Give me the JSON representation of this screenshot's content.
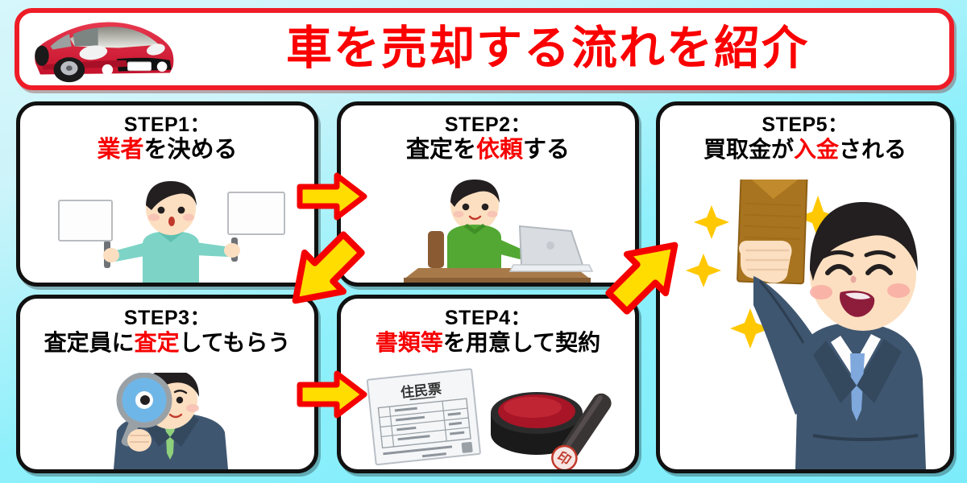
{
  "header": {
    "title": "車を売却する流れを紹介",
    "car_icon": "red-car-illustration"
  },
  "steps": [
    {
      "id": "step1",
      "number": "STEP1：",
      "title_pre": "",
      "title_hl": "業者",
      "title_post": "を決める",
      "full_title": "業者を決める",
      "art": "person-holding-two-blank-signs"
    },
    {
      "id": "step2",
      "number": "STEP2：",
      "title_pre": "査定を",
      "title_hl": "依頼",
      "title_post": "する",
      "full_title": "査定を依頼する",
      "art": "person-using-laptop-at-desk"
    },
    {
      "id": "step3",
      "number": "STEP3：",
      "title_pre": "査定員に",
      "title_hl": "査定",
      "title_post": "してもらう",
      "full_title": "査定員に査定してもらう",
      "art": "businessman-with-magnifying-glass"
    },
    {
      "id": "step4",
      "number": "STEP4：",
      "title_pre": "",
      "title_hl": "書類等",
      "title_post": "を用意して契約",
      "full_title": "書類等を用意して契約",
      "art": "document-inkpad-and-hanko-stamp",
      "document_label": "住民票",
      "stamp_label": "印"
    },
    {
      "id": "step5",
      "number": "STEP5：",
      "title_pre": "買取金が",
      "title_hl": "入金",
      "title_post": "される",
      "full_title": "買取金が入金される",
      "art": "happy-businessman-holding-money-envelope"
    }
  ],
  "arrows": [
    {
      "id": "arrow-1-2",
      "direction": "right",
      "from": "step1",
      "to": "step2"
    },
    {
      "id": "arrow-2-3",
      "direction": "down-left",
      "from": "step2",
      "to": "step3"
    },
    {
      "id": "arrow-3-4",
      "direction": "right",
      "from": "step3",
      "to": "step4"
    },
    {
      "id": "arrow-4-5",
      "direction": "up-right",
      "from": "step4",
      "to": "step5"
    }
  ],
  "colors": {
    "accent_red": "#f70000",
    "banner_border": "#ee1c26",
    "arrow_fill": "#ffdd00",
    "arrow_stroke": "#f40000",
    "background_cyan": "#7cecfb",
    "box_border": "#111111"
  }
}
